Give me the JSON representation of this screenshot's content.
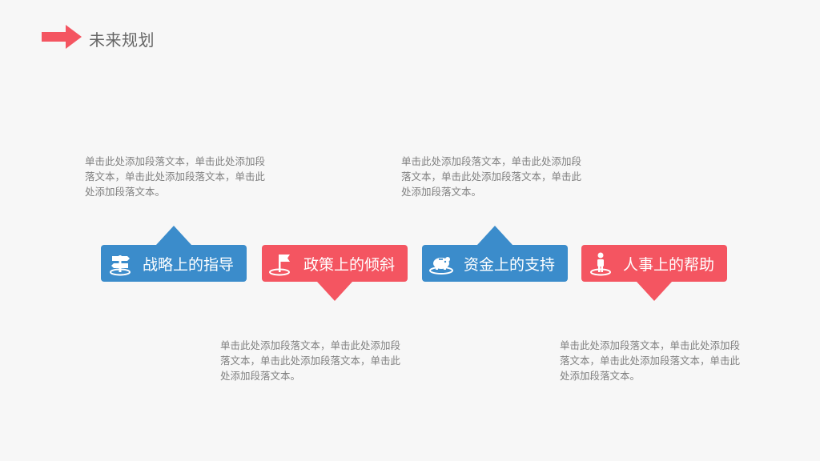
{
  "header": {
    "title": "未来规划",
    "arrow_color": "#f45561"
  },
  "colors": {
    "blue": "#3b8ccb",
    "red": "#f45561"
  },
  "items": [
    {
      "label": "战略上的指导",
      "icon": "signpost-icon",
      "color": "#3b8ccb",
      "pointer": "up",
      "text_position": "above",
      "text": "单击此处添加段落文本，单击此处添加段落文本，单击此处添加段落文本，单击此处添加段落文本。"
    },
    {
      "label": "政策上的倾斜",
      "icon": "flag-icon",
      "color": "#f45561",
      "pointer": "down",
      "text_position": "below",
      "text": "单击此处添加段落文本，单击此处添加段落文本，单击此处添加段落文本，单击此处添加段落文本。"
    },
    {
      "label": "资金上的支持",
      "icon": "piggy-bank-icon",
      "color": "#3b8ccb",
      "pointer": "up",
      "text_position": "above",
      "text": "单击此处添加段落文本，单击此处添加段落文本，单击此处添加段落文本，单击此处添加段落文本。"
    },
    {
      "label": "人事上的帮助",
      "icon": "person-icon",
      "color": "#f45561",
      "pointer": "down",
      "text_position": "below",
      "text": "单击此处添加段落文本，单击此处添加段落文本，单击此处添加段落文本，单击此处添加段落文本。"
    }
  ]
}
